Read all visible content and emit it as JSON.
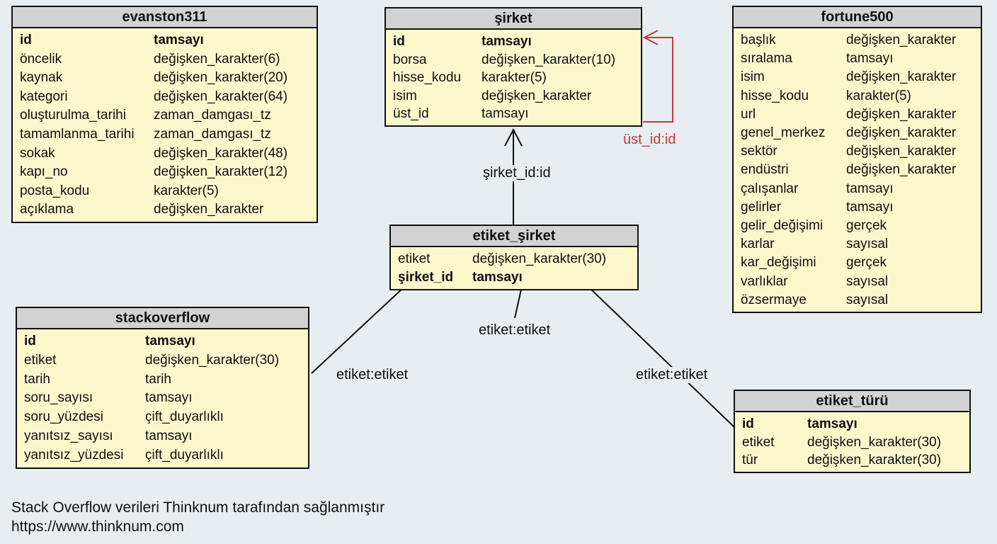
{
  "tables": {
    "evanston311": {
      "title": "evanston311",
      "columns": [
        {
          "field": "id",
          "type": "tamsayı",
          "key": true
        },
        {
          "field": "öncelik",
          "type": "değişken_karakter(6)"
        },
        {
          "field": "kaynak",
          "type": "değişken_karakter(20)"
        },
        {
          "field": "kategori",
          "type": "değişken_karakter(64)"
        },
        {
          "field": "oluşturulma_tarihi",
          "type": "zaman_damgası_tz"
        },
        {
          "field": "tamamlanma_tarihi",
          "type": "zaman_damgası_tz"
        },
        {
          "field": "sokak",
          "type": "değişken_karakter(48)"
        },
        {
          "field": "kapı_no",
          "type": "değişken_karakter(12)"
        },
        {
          "field": "posta_kodu",
          "type": "karakter(5)"
        },
        {
          "field": "açıklama",
          "type": "değişken_karakter"
        }
      ]
    },
    "sirket": {
      "title": "şirket",
      "columns": [
        {
          "field": "id",
          "type": "tamsayı",
          "key": true
        },
        {
          "field": "borsa",
          "type": "değişken_karakter(10)"
        },
        {
          "field": "hisse_kodu",
          "type": "karakter(5)"
        },
        {
          "field": "isim",
          "type": "değişken_karakter"
        },
        {
          "field": "üst_id",
          "type": "tamsayı"
        }
      ]
    },
    "fortune500": {
      "title": "fortune500",
      "columns": [
        {
          "field": "başlık",
          "type": "değişken_karakter"
        },
        {
          "field": "sıralama",
          "type": "tamsayı"
        },
        {
          "field": "isim",
          "type": "değişken_karakter"
        },
        {
          "field": "hisse_kodu",
          "type": "karakter(5)"
        },
        {
          "field": "url",
          "type": "değişken_karakter"
        },
        {
          "field": "genel_merkez",
          "type": "değişken_karakter"
        },
        {
          "field": "sektör",
          "type": "değişken_karakter"
        },
        {
          "field": "endüstri",
          "type": "değişken_karakter"
        },
        {
          "field": "çalışanlar",
          "type": "tamsayı"
        },
        {
          "field": "gelirler",
          "type": "tamsayı"
        },
        {
          "field": "gelir_değişimi",
          "type": "gerçek"
        },
        {
          "field": "karlar",
          "type": "sayısal"
        },
        {
          "field": "kar_değişimi",
          "type": "gerçek"
        },
        {
          "field": "varlıklar",
          "type": "sayısal"
        },
        {
          "field": "özsermaye",
          "type": "sayısal"
        }
      ]
    },
    "etiket_sirket": {
      "title": "etiket_şirket",
      "columns": [
        {
          "field": "etiket",
          "type": "değişken_karakter(30)"
        },
        {
          "field": "şirket_id",
          "type": "tamsayı",
          "key": true
        }
      ]
    },
    "stackoverflow": {
      "title": "stackoverflow",
      "columns": [
        {
          "field": "id",
          "type": "tamsayı",
          "key": true
        },
        {
          "field": "etiket",
          "type": "değişken_karakter(30)"
        },
        {
          "field": "tarih",
          "type": "tarih"
        },
        {
          "field": "soru_sayısı",
          "type": "tamsayı"
        },
        {
          "field": "soru_yüzdesi",
          "type": "çift_duyarlıklı"
        },
        {
          "field": "yanıtsız_sayısı",
          "type": "tamsayı"
        },
        {
          "field": "yanıtsız_yüzdesi",
          "type": "çift_duyarlıklı"
        }
      ]
    },
    "etiket_turu": {
      "title": "etiket_türü",
      "columns": [
        {
          "field": "id",
          "type": "tamsayı",
          "key": true
        },
        {
          "field": "etiket",
          "type": "değişken_karakter(30)"
        },
        {
          "field": "tür",
          "type": "değişken_karakter(30)"
        }
      ]
    }
  },
  "relations": {
    "etiket_sirket_to_sirket": {
      "label": "şirket_id:id"
    },
    "sirket_self_reference": {
      "label": "üst_id:id"
    },
    "etiket_to_stackoverflow": {
      "label": "etiket:etiket"
    },
    "etiket_middle": {
      "label": "etiket:etiket"
    },
    "etiket_to_etiket_turu": {
      "label": "etiket:etiket"
    }
  },
  "footer": {
    "credit": "Stack Overflow verileri Thinknum tarafından sağlanmıştır",
    "url": "https://www.thinknum.com"
  },
  "colors": {
    "background": "#e7edf0",
    "table_fill": "#fbf8cc",
    "header_fill": "#d2d2d2",
    "border": "#111111",
    "self_reference_red": "#c43b3b"
  }
}
